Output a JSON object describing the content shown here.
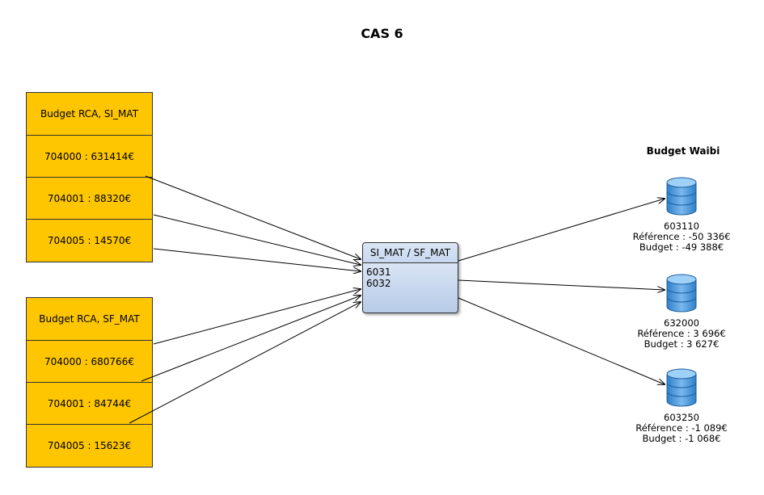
{
  "title": "CAS 6",
  "tables": [
    {
      "header": "Budget RCA, SI_MAT",
      "rows": [
        "704000 : 631414€",
        "704001 : 88320€",
        "704005 : 14570€"
      ]
    },
    {
      "header": "Budget RCA, SF_MAT",
      "rows": [
        "704000 : 680766€",
        "704001 : 84744€",
        "704005 : 15623€"
      ]
    }
  ],
  "center": {
    "header": "SI_MAT / SF_MAT",
    "lines": [
      "6031",
      "6032"
    ]
  },
  "waibi": {
    "title": "Budget Waibi",
    "dbs": [
      {
        "code": "603110",
        "reference": "Référence : -50 336€",
        "budget": "Budget : -49 388€"
      },
      {
        "code": "632000",
        "reference": "Référence : 3 696€",
        "budget": "Budget : 3 627€"
      },
      {
        "code": "603250",
        "reference": "Référence : -1 089€",
        "budget": "Budget : -1 068€"
      }
    ]
  },
  "colors": {
    "table_fill": "#fdc600",
    "db_blue": "#3a8fd6",
    "center_fill": "#c7d8ef"
  }
}
